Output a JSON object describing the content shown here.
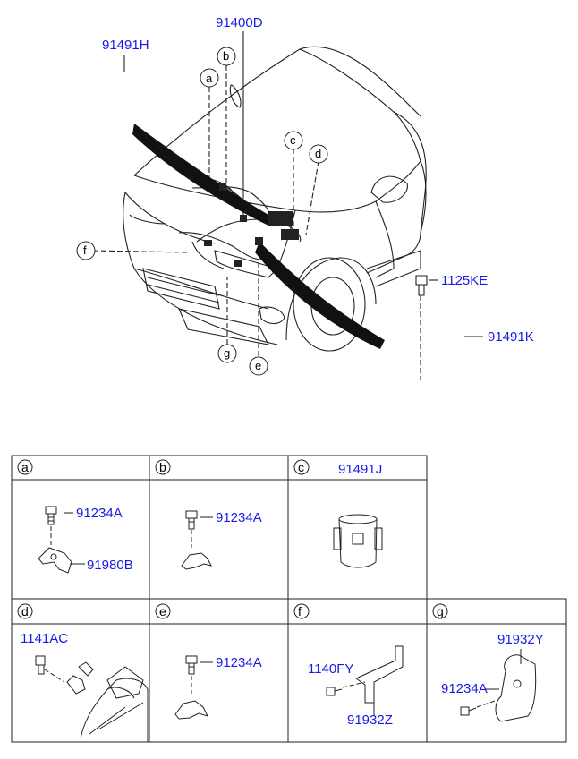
{
  "main_parts": {
    "harness": "91400D",
    "clip_h": "91491H",
    "bolt": "1125KE",
    "clip_k": "91491K"
  },
  "callouts": [
    "a",
    "b",
    "c",
    "d",
    "e",
    "f",
    "g"
  ],
  "detail_cells": {
    "a": {
      "letter": "a",
      "parts": [
        "91234A",
        "91980B"
      ]
    },
    "b": {
      "letter": "b",
      "parts": [
        "91234A"
      ]
    },
    "c": {
      "letter": "c",
      "parts": [
        "91491J"
      ]
    },
    "d": {
      "letter": "d",
      "parts": [
        "1141AC"
      ]
    },
    "e": {
      "letter": "e",
      "parts": [
        "91234A"
      ]
    },
    "f": {
      "letter": "f",
      "parts": [
        "1140FY",
        "91932Z"
      ]
    },
    "g": {
      "letter": "g",
      "parts": [
        "91932Y",
        "91234A"
      ]
    }
  }
}
